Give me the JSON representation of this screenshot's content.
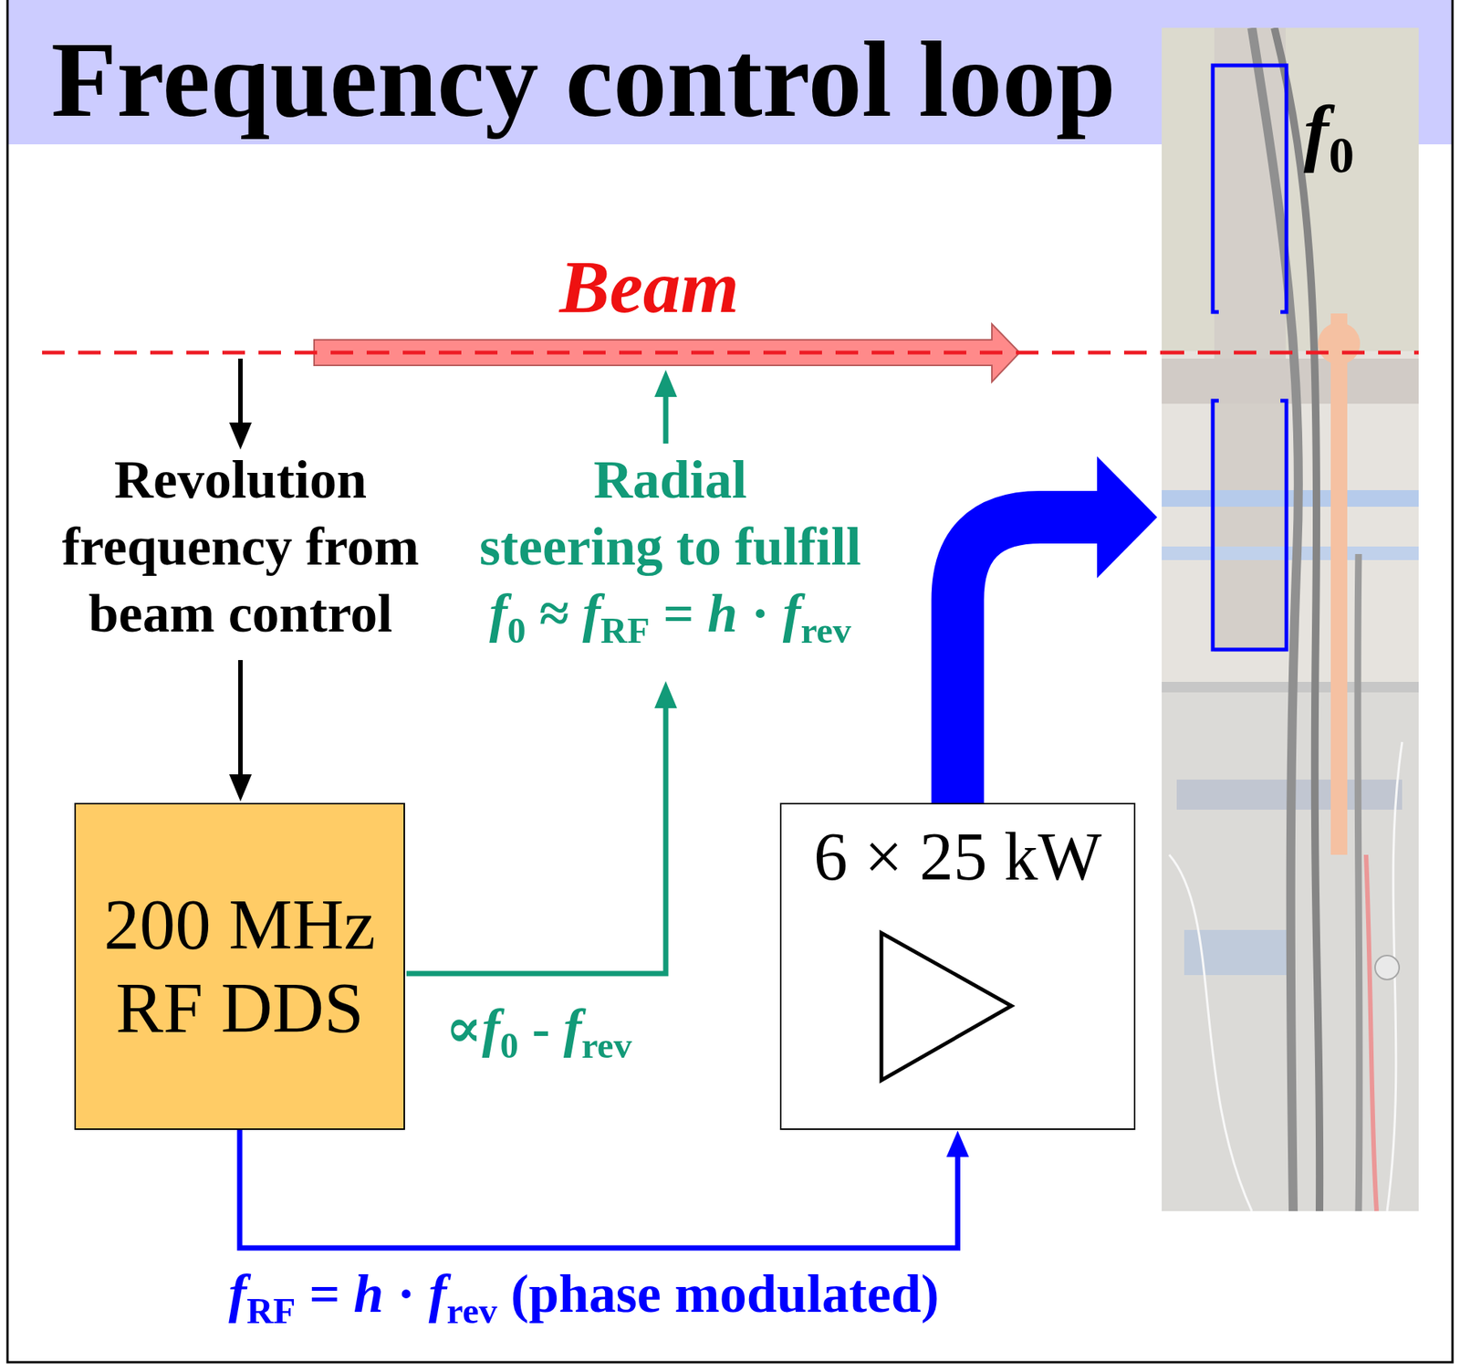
{
  "diagram": {
    "title": "Frequency control loop",
    "nodes": [
      {
        "text": [
          "200 MHz RF DDS"
        ]
      },
      {
        "text": [
          "6 × 25 kW"
        ]
      },
      {
        "text": [
          "f0"
        ]
      }
    ],
    "edges": [
      {
        "from": 0,
        "to": 1,
        "arrow": "to",
        "label": "fRF = h · frev (phase modulated)"
      },
      {
        "from": 1,
        "to": 2,
        "arrow": "to"
      }
    ],
    "labels": [
      "Beam",
      "Revolution frequency from beam control",
      "Radial steering to fulfill f0 ≈ fRF = h · frev",
      "∝f0 - frev"
    ]
  }
}
